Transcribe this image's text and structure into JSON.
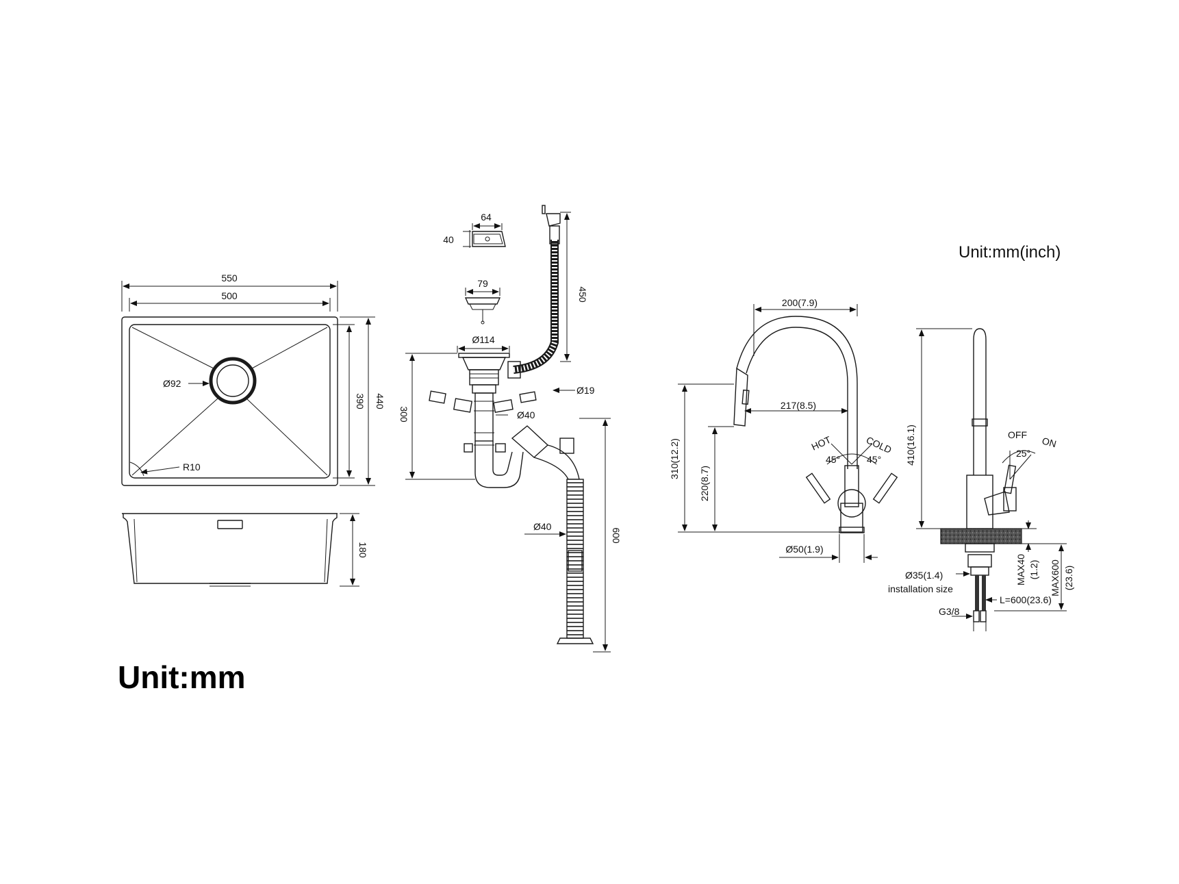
{
  "unit_left": "Unit:mm",
  "unit_right": "Unit:mm(inch)",
  "sink_top": {
    "outer_width": "550",
    "inner_width": "500",
    "inner_height": "390",
    "outer_height": "440",
    "drain_dia": "Ø92",
    "corner_radius": "R10"
  },
  "sink_side": {
    "depth": "180"
  },
  "drain_kit": {
    "overflow_width": "64",
    "overflow_height": "40",
    "basket_dia": "79",
    "strainer_dia": "Ø114",
    "overflow_hose_length": "450",
    "trap_height": "300",
    "hose_dia": "Ø19",
    "pipe_dia": "Ø40",
    "outlet_dia": "Ø40",
    "outlet_length": "600"
  },
  "faucet_front": {
    "reach_top": "200(7.9)",
    "reach_spout": "217(8.5)",
    "height_total": "310(12.2)",
    "height_spout": "220(8.7)",
    "base_dia": "Ø50(1.9)",
    "hot_label": "HOT",
    "cold_label": "COLD",
    "angle_hot": "45°",
    "angle_cold": "45°"
  },
  "faucet_side": {
    "height": "410(16.1)",
    "off_label": "OFF",
    "on_label": "ON",
    "angle": "25°",
    "max_deck": "MAX40",
    "max_deck_inch": "(1.2)",
    "max_hose": "MAX600",
    "max_hose_inch": "(23.6)",
    "hole_dia": "Ø35(1.4)",
    "hole_label": "installation size",
    "hose_length": "L=600(23.6)",
    "thread": "G3/8"
  }
}
